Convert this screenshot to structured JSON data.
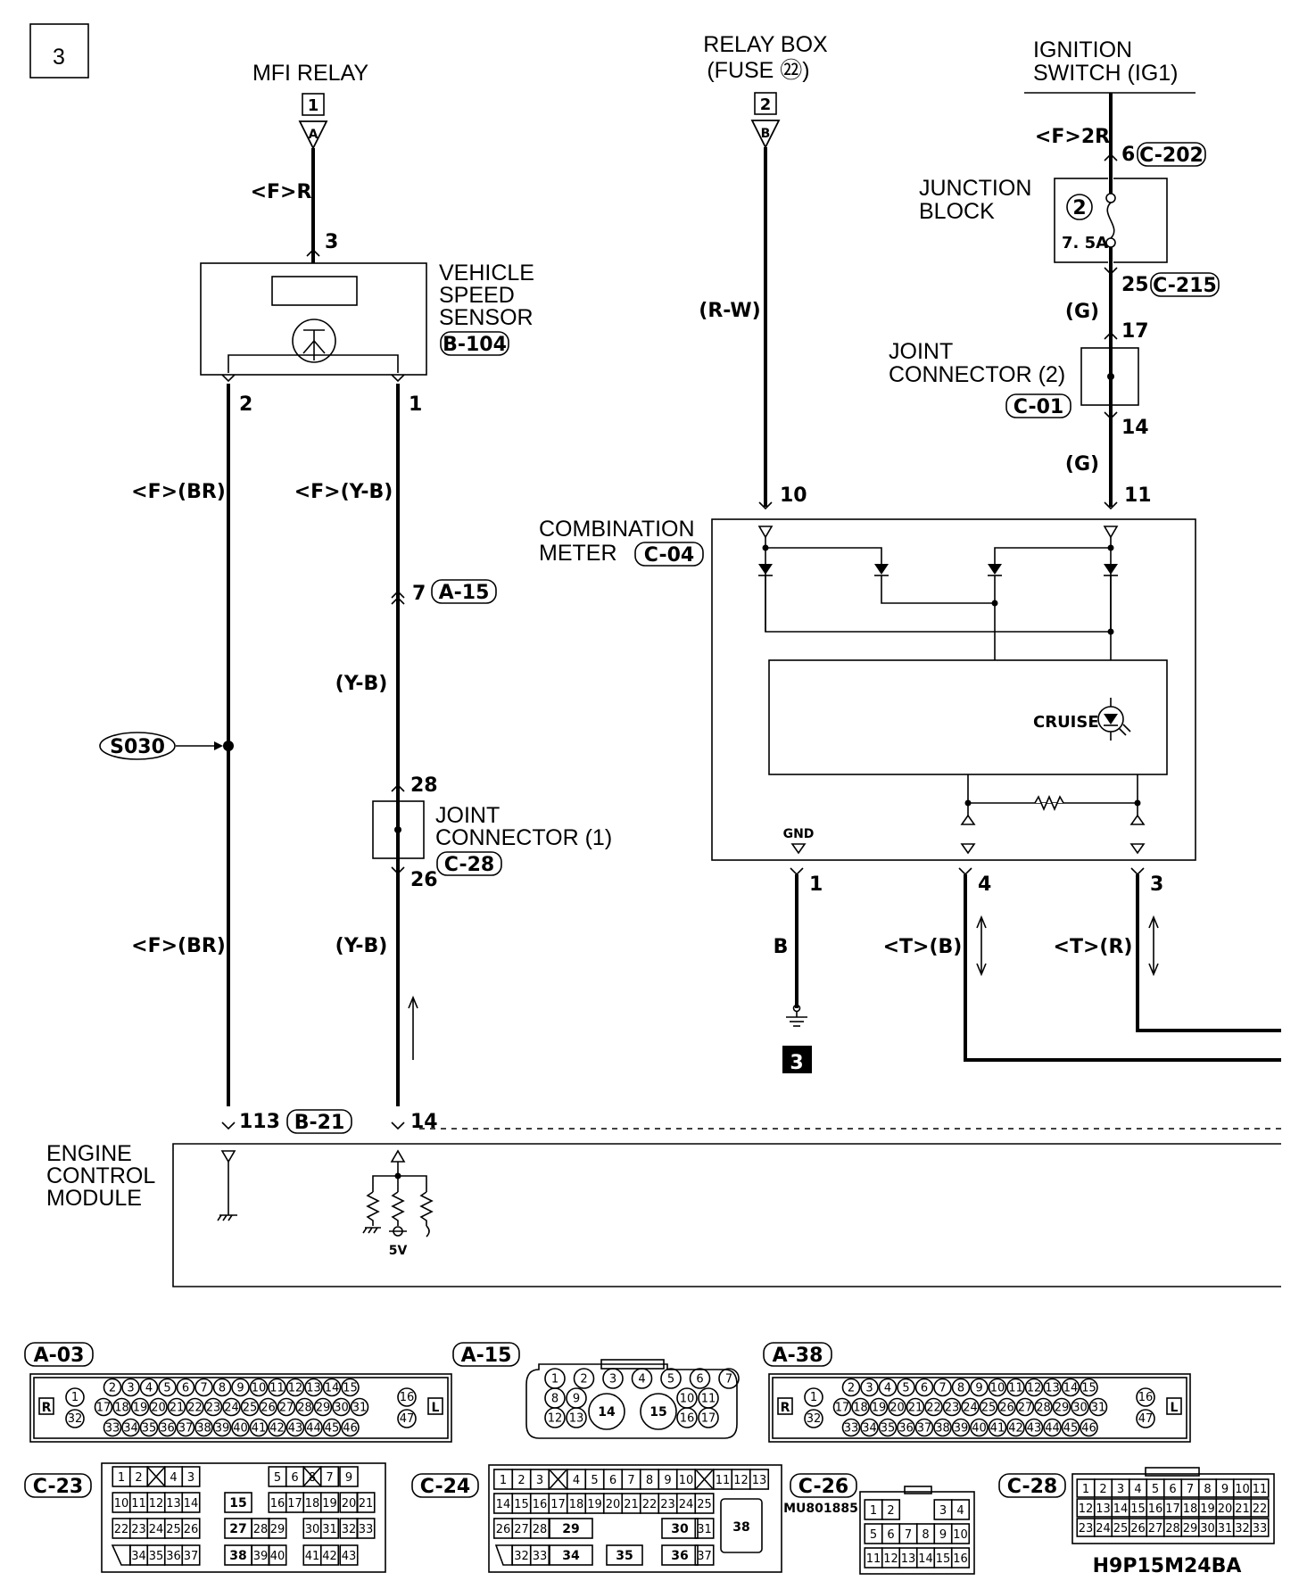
{
  "page": {
    "section_number": "3",
    "drawing_code": "H9P15M24BA"
  },
  "components": {
    "mfi_relay": {
      "name": "MFI RELAY",
      "ref_box": "1",
      "ref_letter": "A",
      "wire": "<F>R",
      "pin": "3"
    },
    "relay_box": {
      "name_line1": "RELAY BOX",
      "name_line2": "(FUSE ㉒)",
      "ref_box": "2",
      "ref_letter": "B",
      "wire": "(R-W)",
      "pin": "10"
    },
    "ignition_switch": {
      "name_line1": "IGNITION",
      "name_line2": "SWITCH (IG1)",
      "wire": "<F>2R",
      "pin": "6",
      "connector": "C-202"
    },
    "junction_block": {
      "name_line1": "JUNCTION",
      "name_line2": "BLOCK",
      "fuse_number": "2",
      "fuse_rating": "7. 5A",
      "pin_out": "25",
      "connector": "C-215",
      "wire_out": "(G)"
    },
    "joint_connector_2": {
      "name_line1": "JOINT",
      "name_line2": "CONNECTOR (2)",
      "connector": "C-01",
      "pin_in": "17",
      "pin_out": "14",
      "wire_out": "(G)",
      "meter_pin": "11"
    },
    "vehicle_speed_sensor": {
      "name_line1": "VEHICLE",
      "name_line2": "SPEED",
      "name_line3": "SENSOR",
      "connector": "B-104",
      "pin_left": "2",
      "pin_right": "1"
    },
    "wires_vss": {
      "left_top": "<F>(BR)",
      "right_top": "<F>(Y-B)",
      "a15_pin": "7",
      "a15_conn": "A-15",
      "right_mid": "(Y-B)",
      "left_bottom": "<F>(BR)",
      "right_bottom": "(Y-B)"
    },
    "splice": {
      "label": "S030"
    },
    "joint_connector_1": {
      "name_line1": "JOINT",
      "name_line2": "CONNECTOR (1)",
      "connector": "C-28",
      "pin_in": "28",
      "pin_out": "26"
    },
    "combination_meter": {
      "name_line1": "COMBINATION",
      "name_line2": "METER",
      "connector": "C-04",
      "indicator": "CRUISE",
      "gnd_label": "GND",
      "pin_gnd": "1",
      "pin_4": "4",
      "pin_3": "3",
      "wire_gnd": "B",
      "wire_4": "<T>(B)",
      "wire_3": "<T>(R)",
      "ground_ref": "3"
    },
    "engine_control_module": {
      "name_line1": "ENGINE",
      "name_line2": "CONTROL",
      "name_line3": "MODULE",
      "pin_left": "113",
      "connector": "B-21",
      "pin_right": "14",
      "voltage": "5V"
    }
  },
  "connector_views": [
    {
      "id": "A-03",
      "side_left": "R",
      "side_right": "L",
      "pin_1": "1",
      "pin_32": "32",
      "pin_16": "16",
      "pin_47": "47",
      "row1": [
        "2",
        "3",
        "4",
        "5",
        "6",
        "7",
        "8",
        "9",
        "10",
        "11",
        "12",
        "13",
        "14",
        "15"
      ],
      "row2": [
        "17",
        "18",
        "19",
        "20",
        "21",
        "22",
        "23",
        "24",
        "25",
        "26",
        "27",
        "28",
        "29",
        "30",
        "31"
      ],
      "row3": [
        "33",
        "34",
        "35",
        "36",
        "37",
        "38",
        "39",
        "40",
        "41",
        "42",
        "43",
        "44",
        "45",
        "46"
      ]
    },
    {
      "id": "A-15",
      "row1": [
        "1",
        "2",
        "3",
        "4",
        "5",
        "6",
        "7"
      ],
      "row2": [
        "8",
        "9",
        "10",
        "11"
      ],
      "row3": [
        "12",
        "13",
        "14",
        "15",
        "16",
        "17"
      ]
    },
    {
      "id": "A-38",
      "side_left": "R",
      "side_right": "L",
      "pin_1": "1",
      "pin_32": "32",
      "pin_16": "16",
      "pin_47": "47",
      "row1": [
        "2",
        "3",
        "4",
        "5",
        "6",
        "7",
        "8",
        "9",
        "10",
        "11",
        "12",
        "13",
        "14",
        "15"
      ],
      "row2": [
        "17",
        "18",
        "19",
        "20",
        "21",
        "22",
        "23",
        "24",
        "25",
        "26",
        "27",
        "28",
        "29",
        "30",
        "31"
      ],
      "row3": [
        "33",
        "34",
        "35",
        "36",
        "37",
        "38",
        "39",
        "40",
        "41",
        "42",
        "43",
        "44",
        "45",
        "46"
      ]
    },
    {
      "id": "C-23",
      "row1": [
        "1",
        "2",
        "3",
        "4",
        "5",
        "6",
        "7",
        "8",
        "9"
      ],
      "row2": [
        "10",
        "11",
        "12",
        "13",
        "14",
        "15",
        "16",
        "17",
        "18",
        "19",
        "20",
        "21"
      ],
      "row3": [
        "22",
        "23",
        "24",
        "25",
        "26",
        "27",
        "28",
        "29",
        "30",
        "31",
        "32",
        "33"
      ],
      "row4": [
        "34",
        "35",
        "36",
        "37",
        "38",
        "39",
        "40",
        "41",
        "42",
        "43"
      ]
    },
    {
      "id": "C-24",
      "row1": [
        "1",
        "2",
        "3",
        "4",
        "5",
        "6",
        "7",
        "8",
        "9",
        "10",
        "11",
        "12",
        "13"
      ],
      "row2": [
        "14",
        "15",
        "16",
        "17",
        "18",
        "19",
        "20",
        "21",
        "22",
        "23",
        "24",
        "25"
      ],
      "row3": [
        "26",
        "27",
        "28",
        "29",
        "30",
        "31"
      ],
      "row4": [
        "32",
        "33",
        "34",
        "35",
        "36",
        "37",
        "38"
      ]
    },
    {
      "id": "C-26",
      "part_number": "MU801885",
      "row1": [
        "1",
        "2",
        "3",
        "4"
      ],
      "row2": [
        "5",
        "6",
        "7",
        "8",
        "9",
        "10"
      ],
      "row3": [
        "11",
        "12",
        "13",
        "14",
        "15",
        "16"
      ]
    },
    {
      "id": "C-28",
      "row1": [
        "1",
        "2",
        "3",
        "4",
        "5",
        "6",
        "7",
        "8",
        "9",
        "10",
        "11"
      ],
      "row2": [
        "12",
        "13",
        "14",
        "15",
        "16",
        "17",
        "18",
        "19",
        "20",
        "21",
        "22"
      ],
      "row3": [
        "23",
        "24",
        "25",
        "26",
        "27",
        "28",
        "29",
        "30",
        "31",
        "32",
        "33"
      ]
    }
  ]
}
